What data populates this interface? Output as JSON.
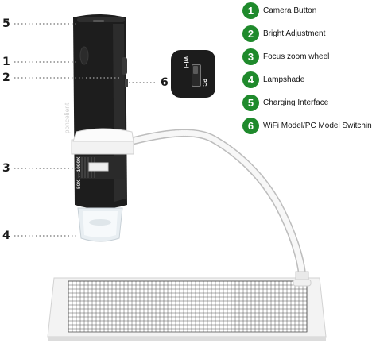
{
  "callouts": [
    "5",
    "1",
    "2",
    "3",
    "4",
    "6"
  ],
  "brand_text": "poncelient",
  "zoom_text": "50X ↔ 1000X",
  "switch_labels": {
    "wifi": "WiFi",
    "pc": "PC"
  },
  "legend": [
    {
      "num": "1",
      "label": "Camera Button"
    },
    {
      "num": "2",
      "label": "Bright Adjustment"
    },
    {
      "num": "3",
      "label": "Focus zoom wheel"
    },
    {
      "num": "4",
      "label": "Lampshade"
    },
    {
      "num": "5",
      "label": "Charging Interface"
    },
    {
      "num": "6",
      "label": "WiFi Model/PC Model Switching"
    }
  ],
  "colors": {
    "accent_green": "#1f8a2c",
    "device_black": "#1a1a1a",
    "stand_white": "#f4f4f4"
  }
}
